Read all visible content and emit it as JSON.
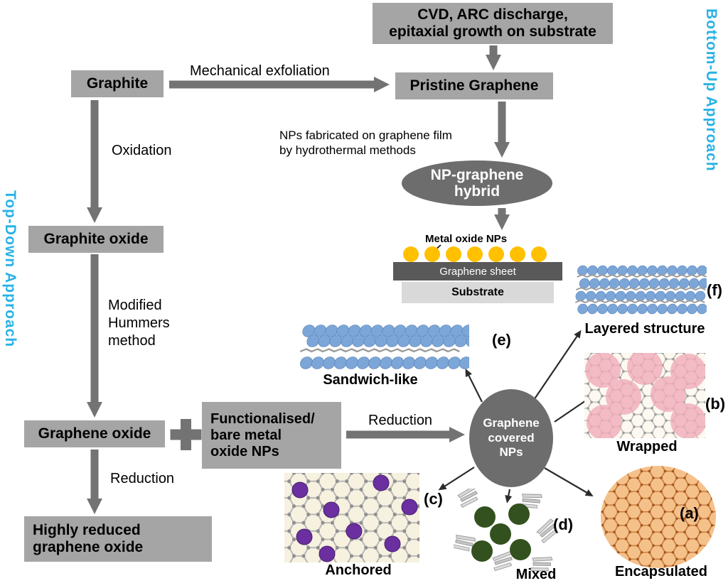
{
  "approaches": {
    "top_down": "Top-Down Approach",
    "bottom_up": "Bottom-Up Approach"
  },
  "nodes": {
    "cvd": "CVD, ARC discharge,\nepitaxial growth on substrate",
    "graphite": "Graphite",
    "pristine_graphene": "Pristine Graphene",
    "graphite_oxide": "Graphite oxide",
    "graphene_oxide": "Graphene oxide",
    "highly_reduced": "Highly reduced\ngraphene oxide",
    "functionalised": "Functionalised/\nbare metal\noxide NPs",
    "np_graphene_hybrid": "NP-graphene\nhybrid",
    "graphene_covered_nps": "Graphene\ncovered\nNPs"
  },
  "edges": {
    "mechanical_exfoliation": "Mechanical exfoliation",
    "oxidation": "Oxidation",
    "modified_hummers": "Modified\nHummers\nmethod",
    "reduction_left": "Reduction",
    "reduction_right": "Reduction",
    "nps_fabricated": "NPs fabricated on graphene film\nby hydrothermal methods"
  },
  "stack": {
    "metal_oxide_nps": "Metal oxide NPs",
    "graphene_sheet": "Graphene sheet",
    "substrate": "Substrate"
  },
  "structures": [
    {
      "id": "a",
      "tag": "(a)",
      "label": "Encapsulated"
    },
    {
      "id": "b",
      "tag": "(b)",
      "label": "Wrapped"
    },
    {
      "id": "c",
      "tag": "(c)",
      "label": "Anchored"
    },
    {
      "id": "d",
      "tag": "(d)",
      "label": "Mixed"
    },
    {
      "id": "e",
      "tag": "(e)",
      "label": "Sandwich-like"
    },
    {
      "id": "f",
      "tag": "(f)",
      "label": "Layered structure"
    }
  ],
  "colors": {
    "approach_accent": "#29b2e6",
    "box_gray": "#a5a5a5",
    "dark_node_gray": "#6d6d6d",
    "arrow_gray": "#737373",
    "np_yellow": "#ffc000",
    "graphene_sheet_dark": "#595959",
    "substrate_light": "#d9d9d9",
    "sphere_blue": "#7ca6d8",
    "wrapped_pink": "#f2aebb",
    "anchored_purple": "#6b2fa0",
    "mixed_green": "#33511e",
    "encapsulated_orange": "#f5c18a"
  }
}
